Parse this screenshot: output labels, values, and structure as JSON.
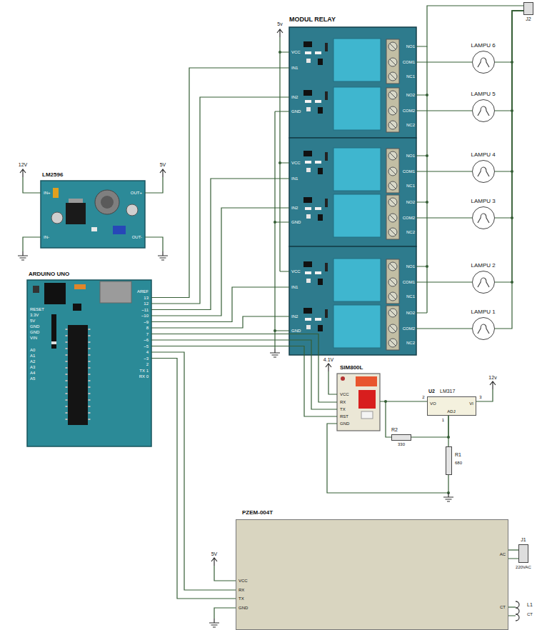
{
  "diagram": {
    "nodes": [
      {
        "text": [
          "MODUL RELAY"
        ]
      },
      {
        "text": [
          "LAMPU 6"
        ]
      },
      {
        "text": [
          "LAMPU 5"
        ]
      },
      {
        "text": [
          "LAMPU 4"
        ]
      },
      {
        "text": [
          "LAMPU 3"
        ]
      },
      {
        "text": [
          "LAMPU 2"
        ]
      },
      {
        "text": [
          "LAMPU 1"
        ]
      },
      {
        "text": [
          "J2"
        ]
      },
      {
        "text": [
          "LM2596"
        ]
      },
      {
        "text": [
          "ARDUINO UNO"
        ]
      },
      {
        "text": [
          "SIM800L"
        ]
      },
      {
        "text": [
          "U2",
          "LM317"
        ]
      },
      {
        "text": [
          "R2",
          "330"
        ]
      },
      {
        "text": [
          "R1",
          "680"
        ]
      },
      {
        "text": [
          "PZEM-004T"
        ]
      },
      {
        "text": [
          "J1",
          "220VAC"
        ]
      },
      {
        "text": [
          "L1",
          "CT"
        ]
      }
    ],
    "edges": [
      {
        "from": 9,
        "to": 0,
        "arrow": "none"
      },
      {
        "from": 9,
        "to": 0,
        "arrow": "none"
      },
      {
        "from": 9,
        "to": 0,
        "arrow": "none"
      },
      {
        "from": 9,
        "to": 0,
        "arrow": "none"
      },
      {
        "from": 9,
        "to": 0,
        "arrow": "none"
      },
      {
        "from": 9,
        "to": 0,
        "arrow": "none"
      },
      {
        "from": 9,
        "to": 10,
        "arrow": "none"
      },
      {
        "from": 9,
        "to": 10,
        "arrow": "none"
      },
      {
        "from": 9,
        "to": 10,
        "arrow": "none"
      },
      {
        "from": 9,
        "to": 14,
        "arrow": "none"
      },
      {
        "from": 9,
        "to": 14,
        "arrow": "none"
      },
      {
        "from": 11,
        "to": 10,
        "arrow": "none"
      },
      {
        "from": 12,
        "to": 11,
        "arrow": "none"
      },
      {
        "from": 13,
        "to": 11,
        "arrow": "none"
      },
      {
        "from": 0,
        "to": 1,
        "arrow": "none"
      },
      {
        "from": 0,
        "to": 2,
        "arrow": "none"
      },
      {
        "from": 0,
        "to": 3,
        "arrow": "none"
      },
      {
        "from": 0,
        "to": 4,
        "arrow": "none"
      },
      {
        "from": 0,
        "to": 5,
        "arrow": "none"
      },
      {
        "from": 0,
        "to": 6,
        "arrow": "none"
      },
      {
        "from": 1,
        "to": 7,
        "arrow": "none"
      },
      {
        "from": 2,
        "to": 7,
        "arrow": "none"
      },
      {
        "from": 3,
        "to": 7,
        "arrow": "none"
      },
      {
        "from": 4,
        "to": 7,
        "arrow": "none"
      },
      {
        "from": 5,
        "to": 7,
        "arrow": "none"
      },
      {
        "from": 6,
        "to": 7,
        "arrow": "none"
      },
      {
        "from": 0,
        "to": 7,
        "arrow": "none"
      },
      {
        "from": 15,
        "to": 14,
        "arrow": "none"
      },
      {
        "from": 16,
        "to": 14,
        "arrow": "none"
      }
    ],
    "labels": [
      "5v",
      "12V",
      "5V",
      "IN+",
      "OUT+",
      "IN-",
      "OUT-",
      "VCC",
      "IN1",
      "IN2",
      "GND",
      "NO1",
      "COM1",
      "NC1",
      "NO2",
      "COM2",
      "NC2",
      "VCC",
      "IN1",
      "IN2",
      "GND",
      "NO1",
      "COM1",
      "NC1",
      "NO2",
      "COM2",
      "NC2",
      "VCC",
      "IN1",
      "IN2",
      "GND",
      "NO1",
      "COM1",
      "NC1",
      "NO2",
      "COM2",
      "NC2",
      "RESET",
      "3.3V",
      "5V",
      "GND",
      "GND",
      "VIN",
      "A0",
      "A1",
      "A2",
      "A3",
      "A4",
      "A5",
      "AREF",
      "13",
      "12",
      "~11",
      "~10",
      "~9",
      "8",
      "7",
      "~6",
      "~5",
      "4",
      "~3",
      "2",
      "TX 1",
      "RX 0",
      "4.1V",
      "VCC",
      "RX",
      "TX",
      "RST",
      "GND",
      "12v",
      "VO",
      "VI",
      "ADJ",
      "2",
      "3",
      "1",
      "5V",
      "VCC",
      "RX",
      "TX",
      "GND",
      "AC",
      "CT"
    ]
  }
}
